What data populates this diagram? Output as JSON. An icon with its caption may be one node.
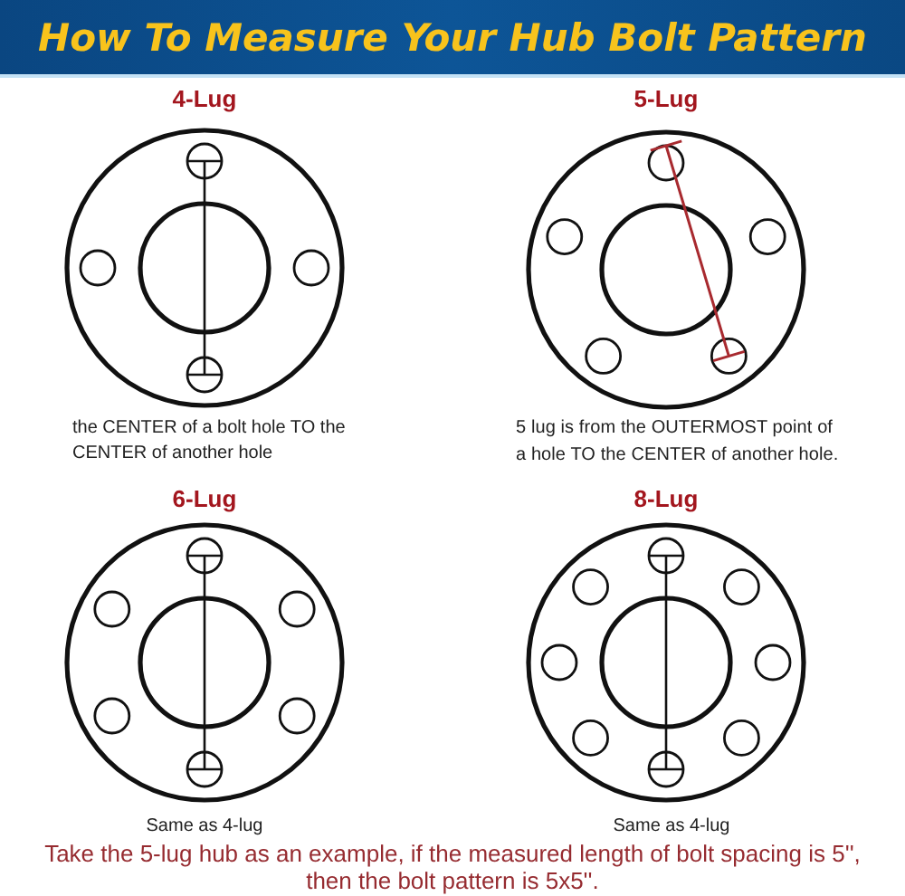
{
  "diagram": {
    "title": "How To Measure Your Hub Bolt Pattern",
    "nodes": [
      {
        "text": [
          "4-Lug"
        ],
        "beside": [
          "the CENTER of a bolt hole TO the CENTER of another hole"
        ]
      },
      {
        "text": [
          "5-Lug"
        ],
        "beside": [
          "5 lug is from the OUTERMOST point of a hole TO the CENTER of another hole."
        ]
      },
      {
        "text": [
          "6-Lug"
        ],
        "beside": [
          "Same as 4-lug"
        ]
      },
      {
        "text": [
          "8-Lug"
        ],
        "beside": [
          "Same as 4-lug"
        ]
      }
    ],
    "caption": "Take the 5-lug hub as an example, if the measured length of bolt spacing is 5'', then the bolt pattern is 5x5''."
  }
}
